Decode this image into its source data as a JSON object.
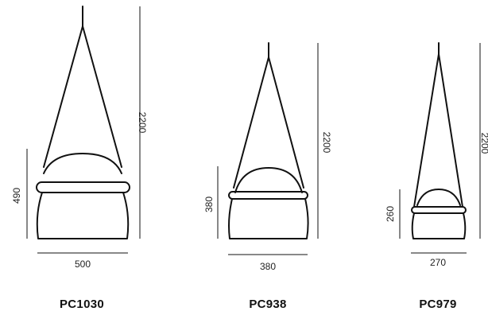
{
  "lamps": [
    {
      "model": "PC1030",
      "total_height": "2200",
      "shade_height": "490",
      "width": "500"
    },
    {
      "model": "PC938",
      "total_height": "2200",
      "shade_height": "380",
      "width": "380"
    },
    {
      "model": "PC979",
      "total_height": "2200",
      "shade_height": "260",
      "width": "270"
    }
  ]
}
